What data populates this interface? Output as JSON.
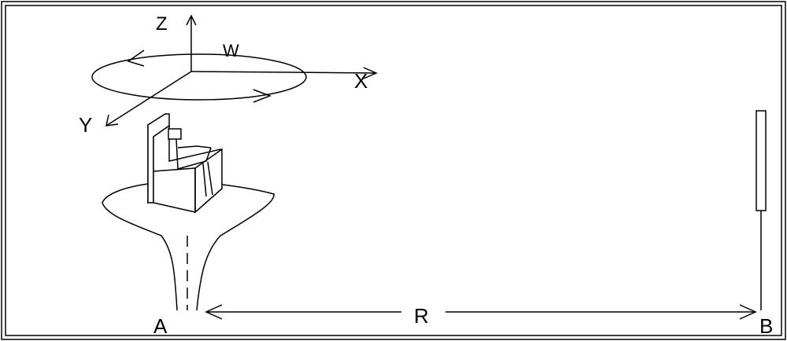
{
  "labels": {
    "axis_z": "Z",
    "axis_x": "X",
    "axis_y": "Y",
    "rotation": "W",
    "point_a": "A",
    "point_b": "B",
    "distance": "R"
  },
  "colors": {
    "ink": "#000000",
    "paper": "#ffffff"
  }
}
